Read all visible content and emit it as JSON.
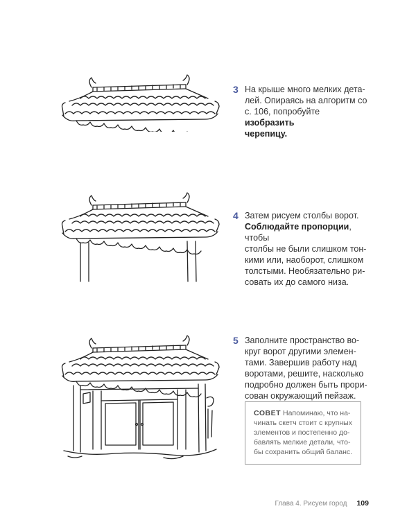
{
  "steps": [
    {
      "number": "3",
      "lines": [
        [
          {
            "t": "На крыше много мелких дета-"
          }
        ],
        [
          {
            "t": "лей. Опираясь на алгоритм со"
          }
        ],
        [
          {
            "t": "с. 106, попробуйте "
          },
          {
            "t": "изобразить",
            "b": true
          }
        ],
        [
          {
            "t": "черепицу.",
            "b": true
          }
        ]
      ]
    },
    {
      "number": "4",
      "lines": [
        [
          {
            "t": "Затем рисуем столбы ворот."
          }
        ],
        [
          {
            "t": "Соблюдайте пропорции",
            "b": true
          },
          {
            "t": ", чтобы"
          }
        ],
        [
          {
            "t": "столбы не были слишком тон-"
          }
        ],
        [
          {
            "t": "кими или, наоборот, слишком"
          }
        ],
        [
          {
            "t": "толстыми. Необязательно ри-"
          }
        ],
        [
          {
            "t": "совать их до самого низа."
          }
        ]
      ]
    },
    {
      "number": "5",
      "lines": [
        [
          {
            "t": "Заполните пространство во-"
          }
        ],
        [
          {
            "t": "круг ворот другими элемен-"
          }
        ],
        [
          {
            "t": "тами. Завершив работу над"
          }
        ],
        [
          {
            "t": "воротами, решите, насколько"
          }
        ],
        [
          {
            "t": "подробно должен быть прори-"
          }
        ],
        [
          {
            "t": "сован окружающий пейзаж."
          }
        ]
      ]
    }
  ],
  "tip": {
    "label": "СОВЕТ",
    "text": "Напоминаю, что на-чинать скетч стоит с крупных элементов и постепенно до-бавлять мелкие детали, что-бы сохранить общий баланс."
  },
  "footer": {
    "chapter": "Глава 4. Рисуем город",
    "page": "109"
  },
  "colors": {
    "step_number": "#4a5a9e",
    "line_art": "#222222"
  }
}
